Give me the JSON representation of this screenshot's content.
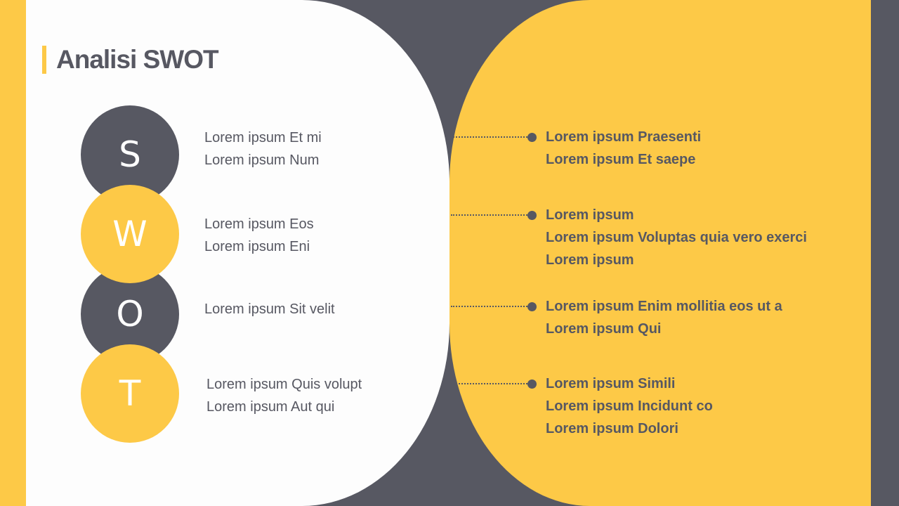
{
  "slide": {
    "title": "Analisi SWOT",
    "colors": {
      "yellow": "#FDC947",
      "dark": "#575862",
      "white": "#FDFDFD"
    }
  },
  "swot": [
    {
      "letter": "S",
      "left_lines": [
        "Lorem ipsum Et mi",
        "Lorem ipsum Num"
      ],
      "right_lines": [
        "Lorem ipsum Praesenti",
        "Lorem ipsum Et saepe"
      ]
    },
    {
      "letter": "W",
      "left_lines": [
        "Lorem ipsum Eos",
        "Lorem ipsum Eni"
      ],
      "right_lines": [
        "Lorem ipsum",
        "Lorem ipsum Voluptas quia vero exerci",
        "Lorem ipsum"
      ]
    },
    {
      "letter": "O",
      "left_lines": [
        "Lorem ipsum Sit velit"
      ],
      "right_lines": [
        "Lorem ipsum Enim mollitia eos ut a",
        "Lorem ipsum Qui"
      ]
    },
    {
      "letter": "T",
      "left_lines": [
        "Lorem ipsum Quis volupt",
        "Lorem ipsum Aut qui"
      ],
      "right_lines": [
        "Lorem ipsum Simili",
        "Lorem ipsum Incidunt co",
        "Lorem ipsum Dolori"
      ]
    }
  ]
}
